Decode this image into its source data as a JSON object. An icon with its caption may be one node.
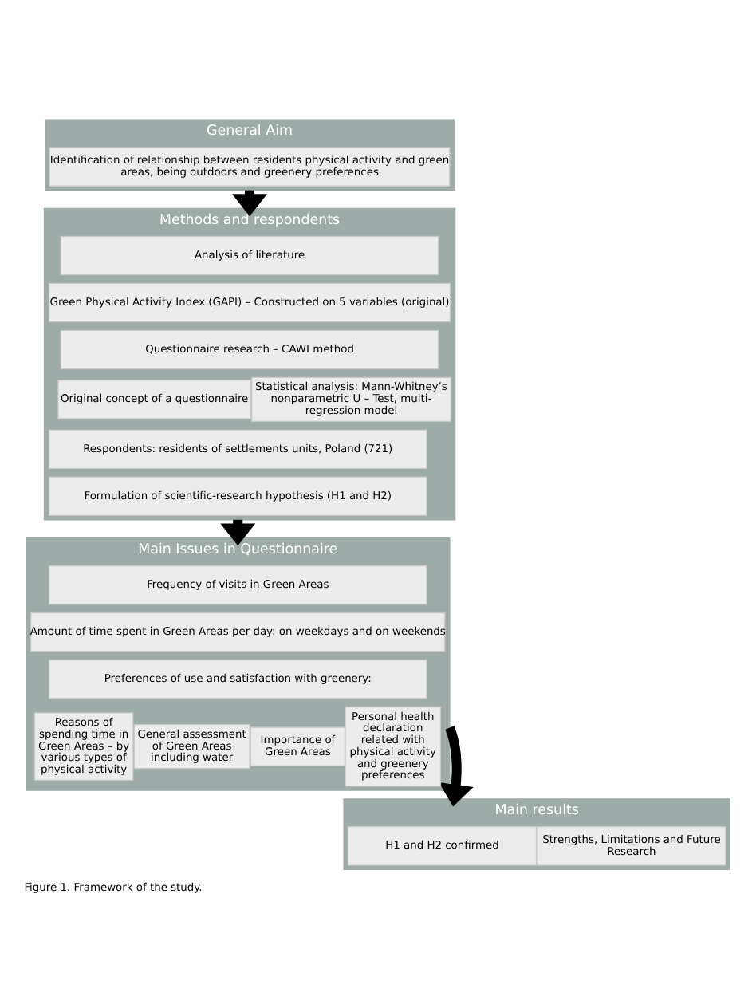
{
  "diagram": {
    "caption": "Figure 1. Framework of the study.",
    "nodes": [
      {
        "text": [
          "General Aim"
        ]
      },
      {
        "text": [
          "Identification of relationship between residents physical activity and green areas, being outdoors and greenery preferences"
        ],
        "in": 0
      },
      {
        "text": [
          "Methods and respondents"
        ]
      },
      {
        "text": [
          "Analysis of literature"
        ],
        "in": 2
      },
      {
        "text": [
          "Green Physical Activity Index (GAPI) – Constructed on 5 variables (original)"
        ],
        "in": 2
      },
      {
        "text": [
          "Questionnaire research – CAWI method"
        ],
        "in": 2
      },
      {
        "text": [
          "Original concept of a questionnaire"
        ],
        "in": 2
      },
      {
        "text": [
          "Statistical analysis: Mann-Whitney’s nonparametric U – Test, multi-regression model"
        ],
        "in": 2
      },
      {
        "text": [
          "Respondents: residents of settlements units, Poland (721)"
        ],
        "in": 2
      },
      {
        "text": [
          "Formulation of scientific-research hypothesis (H1 and H2)"
        ],
        "in": 2
      },
      {
        "text": [
          "Main Issues in Questionnaire"
        ]
      },
      {
        "text": [
          "Frequency of visits in Green Areas"
        ],
        "in": 10
      },
      {
        "text": [
          "Amount of time spent in Green Areas per day: on weekdays and on weekends"
        ],
        "in": 10
      },
      {
        "text": [
          "Preferences of use and satisfaction with greenery:"
        ],
        "in": 10
      },
      {
        "text": [
          "Reasons of spending time in Green Areas – by various types of physical activity"
        ],
        "in": 10
      },
      {
        "text": [
          "General assessment of Green Areas including water"
        ],
        "in": 10
      },
      {
        "text": [
          "Importance of Green Areas"
        ],
        "in": 10
      },
      {
        "text": [
          "Personal health declaration related with physical activity and greenery preferences"
        ],
        "in": 10
      },
      {
        "text": [
          "Main results"
        ]
      },
      {
        "text": [
          "H1 and H2 confirmed"
        ],
        "in": 18
      },
      {
        "text": [
          "Strengths, Limitations and Future Research"
        ],
        "in": 18
      }
    ],
    "edges": [
      {
        "from": 0,
        "to": 2,
        "arrow": "to"
      },
      {
        "from": 2,
        "to": 10,
        "arrow": "to"
      },
      {
        "from": 10,
        "to": 18,
        "arrow": "to"
      }
    ]
  }
}
